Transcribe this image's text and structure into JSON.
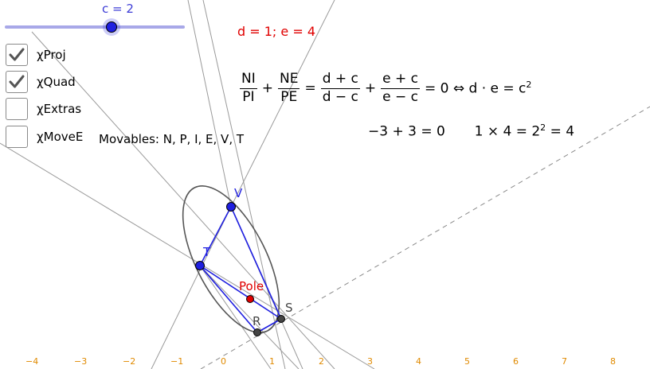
{
  "slider": {
    "label": "c = 2"
  },
  "checkboxes": [
    {
      "label": "χProj",
      "checked": true
    },
    {
      "label": "χQuad",
      "checked": true
    },
    {
      "label": "χExtras",
      "checked": false
    },
    {
      "label": "χMoveE",
      "checked": false
    }
  ],
  "movables": "Movables: N, P, I, E, V, T",
  "de_text": "d = 1; e = 4",
  "formula": {
    "frac1_num": "NI",
    "frac1_den": "PI",
    "op1": "+",
    "frac2_num": "NE",
    "frac2_den": "PE",
    "eq1": "=",
    "frac3_num": "d + c",
    "frac3_den": "d − c",
    "op2": "+",
    "frac4_num": "e + c",
    "frac4_den": "e − c",
    "tail_prefix": "= 0 ⇔ d · e = c",
    "tail_exp": "2"
  },
  "numeric": {
    "part1": "−3 + 3 = 0",
    "part2_prefix": "1 × 4 = 2",
    "part2_exp": "2",
    "part2_suffix": " = 4"
  },
  "points": {
    "V": "V",
    "T": "T",
    "Pole": "Pole",
    "S": "S",
    "R": "R"
  },
  "colors": {
    "blue": "#1f1fe0",
    "red": "#e00000",
    "orange": "#e08a00",
    "slider_track": "#a8a8e8",
    "dark_point": "#444444"
  },
  "axis": {
    "ticks": [
      "−4",
      "−3",
      "−2",
      "−1",
      "0",
      "1",
      "2",
      "3",
      "4",
      "5",
      "6",
      "7",
      "8"
    ]
  }
}
